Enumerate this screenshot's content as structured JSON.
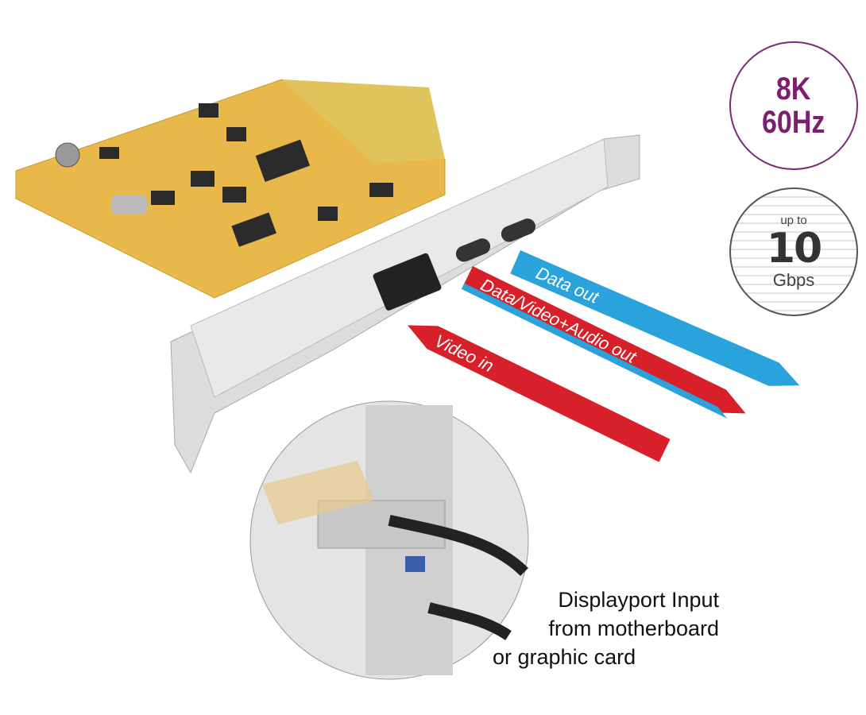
{
  "badges": {
    "resolution": {
      "line1": "8K",
      "line2": "60Hz",
      "color": "#7b1f6e"
    },
    "speed": {
      "prefix": "up to",
      "value": "10",
      "unit": "Gbps"
    }
  },
  "arrows": {
    "data_out": "Data out",
    "data_video_audio_out": "Data/Video+Audio out",
    "video_in": "Video in",
    "blue": "#2aa3dc",
    "red": "#d8202a"
  },
  "caption": {
    "line1": "Displayport Input",
    "line2": "from motherboard",
    "line3": "or graphic card"
  }
}
